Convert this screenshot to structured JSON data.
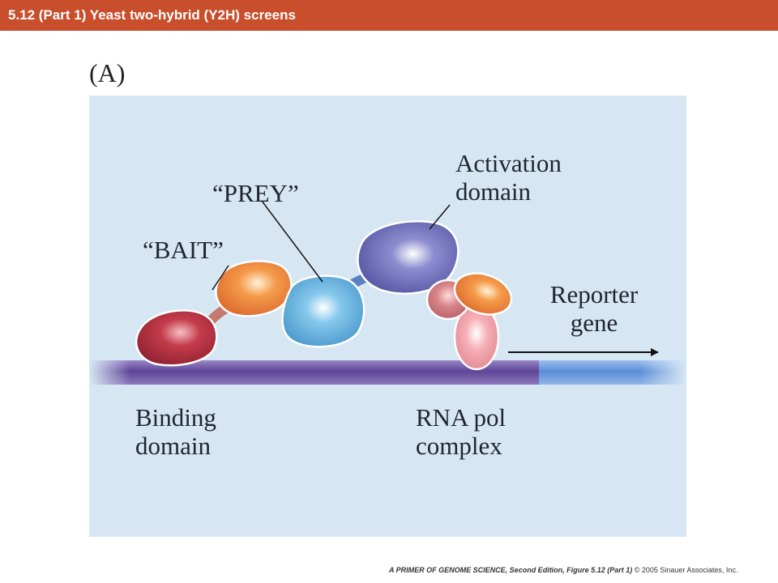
{
  "slide": {
    "title": "5.12 (Part 1)  Yeast two-hybrid (Y2H) screens",
    "panel_label": "(A)"
  },
  "diagram": {
    "labels": {
      "activation_domain_line1": "Activation",
      "activation_domain_line2": "domain",
      "prey": "“PREY”",
      "bait": "“BAIT”",
      "reporter_line1": "Reporter",
      "reporter_line2": "gene",
      "binding_domain_line1": "Binding",
      "binding_domain_line2": "domain",
      "rna_pol_line1": "RNA pol",
      "rna_pol_line2": "complex"
    },
    "colors": {
      "background": "#d6e7f3",
      "binding_domain": "#b03040",
      "bait": "#f08a3c",
      "prey": "#6cb8e0",
      "activation_domain": "#7a7ac0",
      "rna_pol_small": "#d07a80",
      "rna_pol_large": "#f4a0a8",
      "rna_pol_top": "#f08a3c",
      "dna": "#6a4fa0",
      "reporter_dna": "#6a9ad8"
    }
  },
  "footer": {
    "credit_main": "A PRIMER OF GENOME SCIENCE, Second Edition, Figure 5.12 (Part 1)",
    "credit_copyright": "© 2005 Sinauer Associates, Inc."
  }
}
